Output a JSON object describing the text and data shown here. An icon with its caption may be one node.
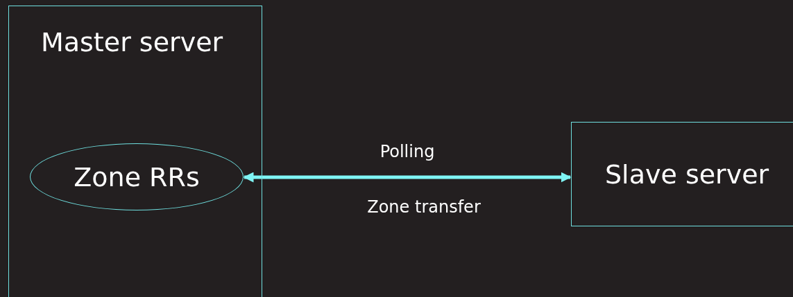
{
  "diagram": {
    "nodes": [
      {
        "text": [
          "Master server"
        ]
      },
      {
        "text": [
          "Zone RRs"
        ],
        "in": 0
      },
      {
        "text": [
          "Slave server"
        ]
      }
    ],
    "edges": [
      {
        "from": 1,
        "to": 2,
        "arrow": "both",
        "label": "Polling"
      }
    ],
    "labels": [
      "Zone transfer"
    ]
  }
}
